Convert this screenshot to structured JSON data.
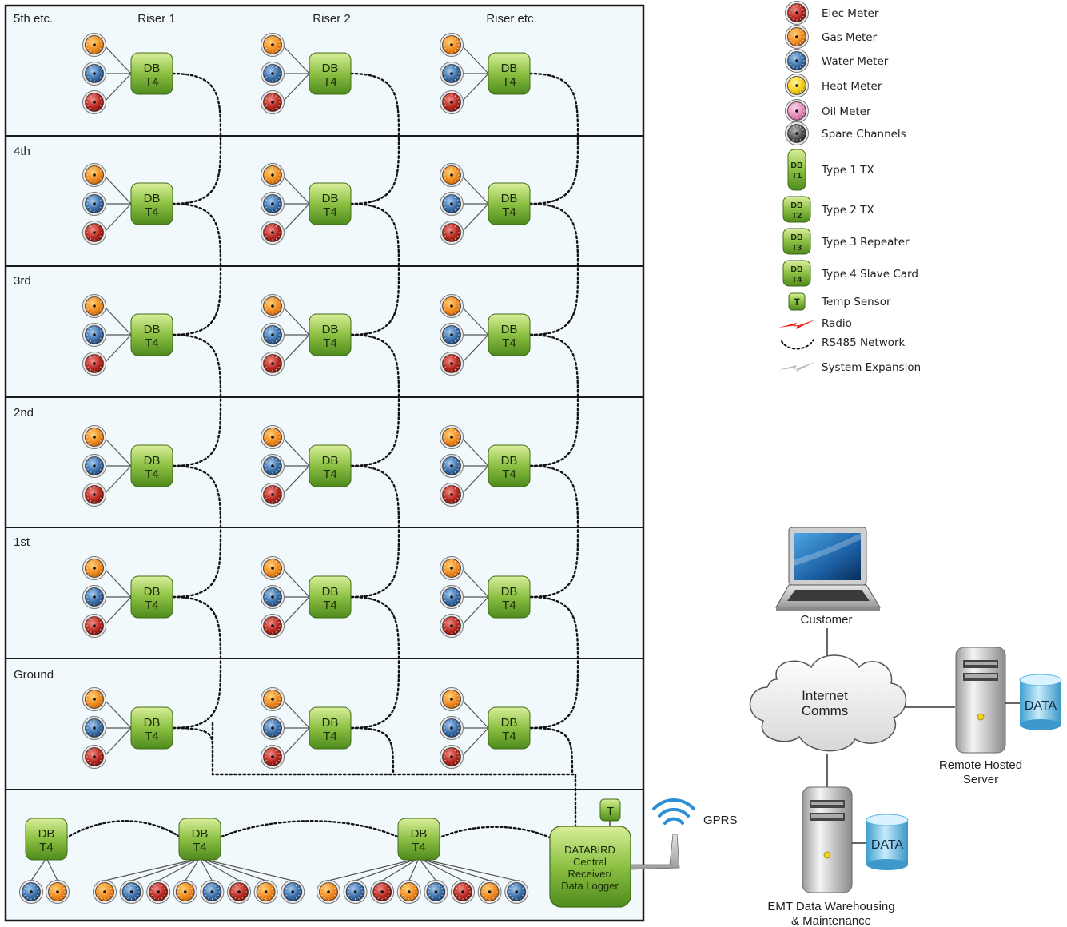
{
  "floors": [
    "5th etc.",
    "4th",
    "3rd",
    "2nd",
    "1st",
    "Ground"
  ],
  "risers": [
    "Riser 1",
    "Riser 2",
    "Riser etc."
  ],
  "device_label": [
    "DB",
    "T4"
  ],
  "legend": {
    "elec": "Elec Meter",
    "gas": "Gas Meter",
    "water": "Water Meter",
    "heat": "Heat Meter",
    "oil": "Oil Meter",
    "spare": "Spare Channels",
    "type1": "Type 1 TX",
    "type2": "Type 2 TX",
    "type3": "Type 3 Repeater",
    "type4": "Type 4 Slave Card",
    "temp": "Temp Sensor",
    "radio": "Radio",
    "rs485": "RS485 Network",
    "expansion": "System Expansion",
    "badge_db": "DB",
    "badge_t1": "T1",
    "badge_t2": "T2",
    "badge_t3": "T3",
    "badge_t4": "T4",
    "badge_t": "T"
  },
  "central": [
    "DATABIRD",
    "Central",
    "Receiver/",
    "Data Logger"
  ],
  "temp_badge": "T",
  "gprs": "GPRS",
  "internet": [
    "Internet",
    "Comms"
  ],
  "customer": "Customer",
  "remote_server": [
    "Remote Hosted",
    "Server"
  ],
  "data_label": "DATA",
  "emt": [
    "EMT Data Warehousing",
    "& Maintenance"
  ],
  "basement_meters": {
    "left": [
      "water",
      "gas"
    ],
    "mid": [
      "gas",
      "water",
      "elec",
      "gas",
      "water",
      "elec",
      "gas",
      "water"
    ],
    "right": [
      "gas",
      "water",
      "elec",
      "gas",
      "water",
      "elec",
      "gas",
      "water"
    ]
  },
  "colors": {
    "frame_bg": "#f1f9fd",
    "device_green": "#6fa634",
    "gas": "#f08a1f",
    "water": "#3a6ea8",
    "elec": "#b8271e",
    "heat": "#f5cf14",
    "oil": "#e688b8",
    "spare": "#555555",
    "data_cyl": "#56b3e0"
  }
}
